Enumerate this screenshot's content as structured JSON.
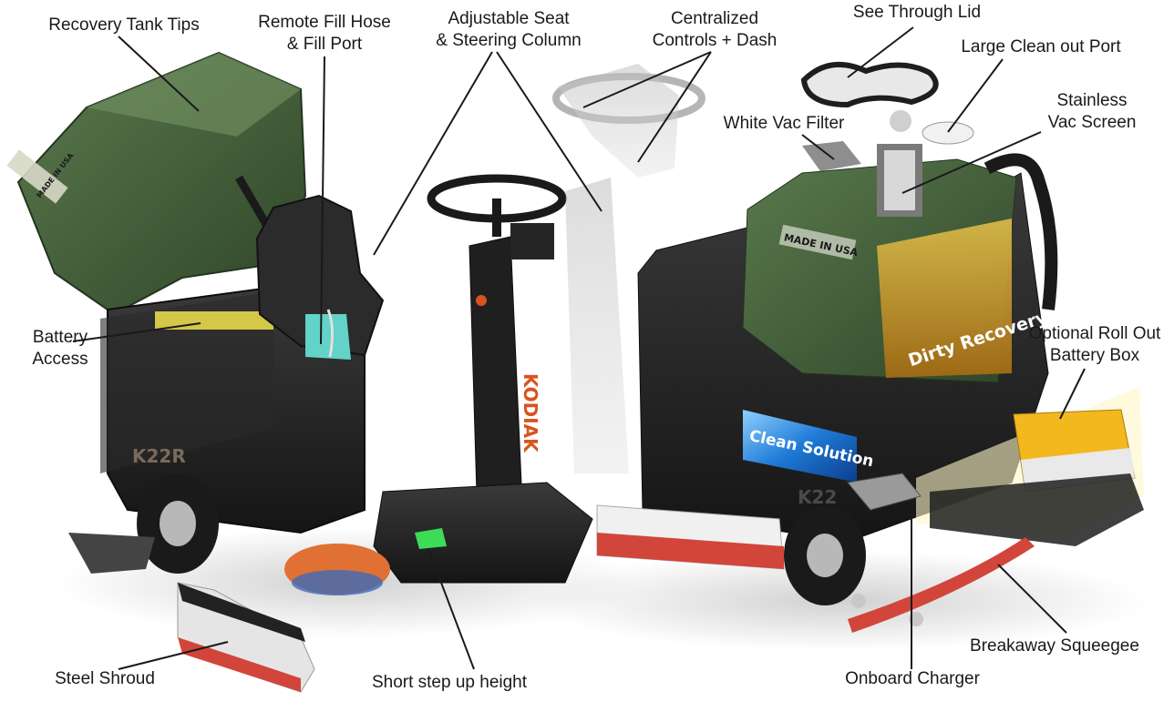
{
  "callouts": {
    "recovery_tank_tips": "Recovery Tank Tips",
    "remote_fill_hose": [
      "Remote Fill Hose",
      "& Fill Port"
    ],
    "adjustable_seat": [
      "Adjustable Seat",
      "& Steering Column"
    ],
    "centralized_controls": [
      "Centralized",
      "Controls + Dash"
    ],
    "see_through_lid": "See Through Lid",
    "large_clean_out_port": "Large Clean out Port",
    "stainless_vac_screen": [
      "Stainless",
      "Vac Screen"
    ],
    "white_vac_filter": "White Vac Filter",
    "battery_access": [
      "Battery",
      "Access"
    ],
    "optional_roll_out_battery": [
      "Optional Roll Out",
      "Battery Box"
    ],
    "steel_shroud": "Steel Shroud",
    "short_step_up_height": "Short step up height",
    "onboard_charger": "Onboard Charger",
    "breakaway_squeegee": "Breakaway Squeegee"
  },
  "machine_text": {
    "made_in_usa": "MADE IN USA",
    "made_in_usa_right": "MADE IN USA",
    "model_left": "K22R",
    "model_right": "K22",
    "brand": "KODIAK",
    "dirty_recovery": "Dirty Recovery",
    "clean_solution": "Clean Solution"
  },
  "colors": {
    "tank_green": "#3f5a37",
    "body_black": "#1e1e1e",
    "accent_orange": "#d9531e",
    "dirty_gold": "#c9931e",
    "clean_blue": "#1565c0",
    "battery_yellow": "#f4b81f",
    "squeegee_red": "#d2453a"
  }
}
